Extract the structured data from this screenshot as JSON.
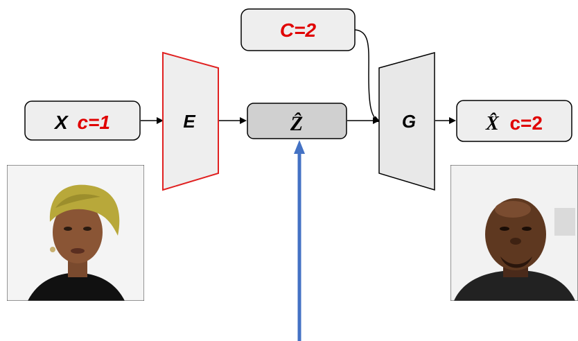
{
  "input_box": {
    "symbol": "X",
    "condition": "c=1"
  },
  "encoder": {
    "label": "E"
  },
  "latent": {
    "label": "Ẑ"
  },
  "condition_box": {
    "label": "C=2"
  },
  "generator": {
    "label": "G"
  },
  "output_box": {
    "symbol": "X̂",
    "condition": "c=2"
  },
  "input_image": {
    "alt": "input face photo, woman with yellow head wrap"
  },
  "output_image": {
    "alt": "generated face photo, man"
  },
  "colors": {
    "condition_text": "#e00000",
    "encoder_border": "#e02020",
    "box_fill": "#eeeeee",
    "latent_fill": "#d0d0d0",
    "module_fill": "#e8e8e8",
    "blue_arrow": "#4472c4",
    "black": "#000000"
  }
}
